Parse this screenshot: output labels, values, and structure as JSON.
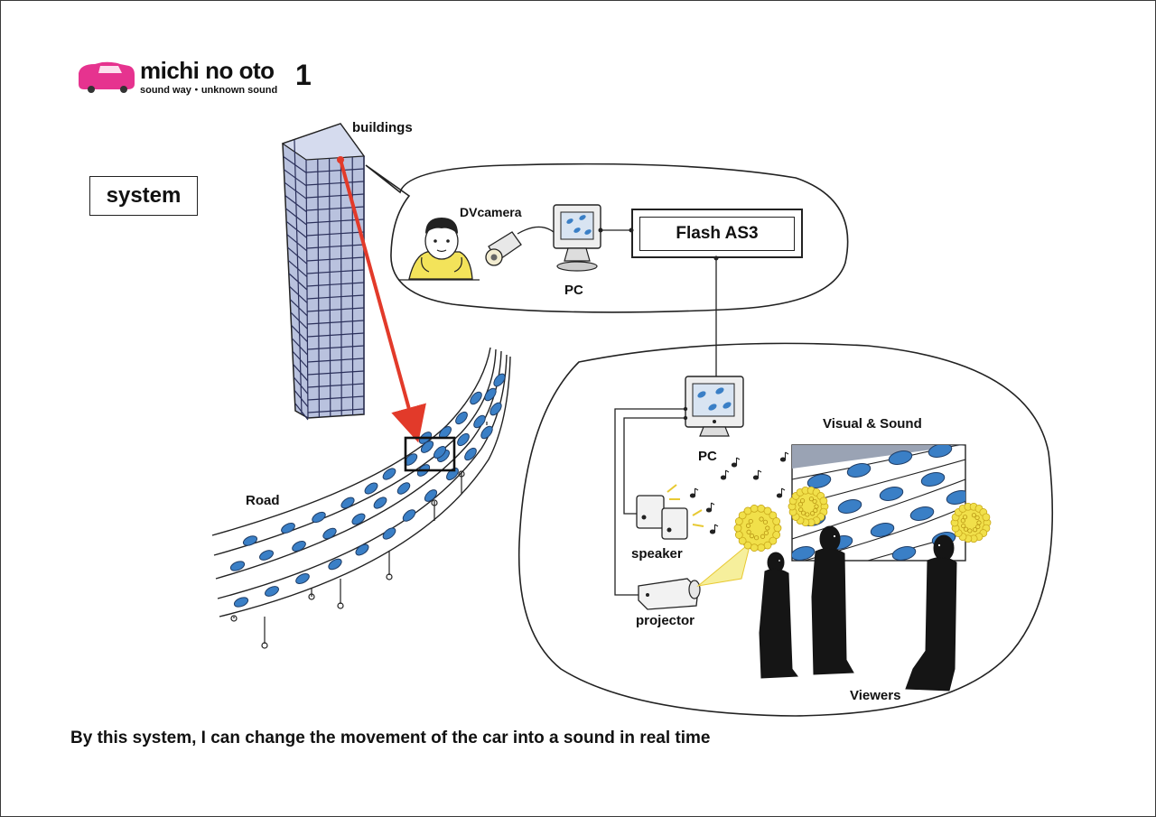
{
  "brand": {
    "title": "michi no oto",
    "subtitle": "sound way・unknown sound",
    "page_number": "1",
    "logo_color": "#e6338f"
  },
  "section_label": "system",
  "labels": {
    "buildings": "buildings",
    "dvcamera": "DVcamera",
    "pc_top": "PC",
    "flash": "Flash AS3",
    "pc_bottom": "PC",
    "visual_sound": "Visual & Sound",
    "speaker": "speaker",
    "projector": "projector",
    "viewers": "Viewers",
    "road": "Road"
  },
  "caption": "By this system, I can change the movement of the car into a sound in real time",
  "colors": {
    "building": "#b9c2de",
    "car": "#3a7fc6",
    "arrow": "#e23a2a",
    "operator_shirt": "#f3e35a",
    "sound_burst": "#f1e04a"
  },
  "icons": [
    "car-logo-icon",
    "building-icon",
    "operator-icon",
    "camera-icon",
    "monitor-icon",
    "speaker-icon",
    "projector-icon",
    "music-note-icon",
    "viewer-icon"
  ]
}
